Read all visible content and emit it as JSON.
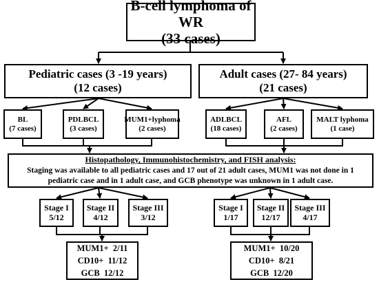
{
  "root": {
    "title": "B-cell lymphoma of WR",
    "count": "(33 cases)"
  },
  "pediatric": {
    "title": "Pediatric cases (3 -19 years)",
    "count": "(12 cases)"
  },
  "adult": {
    "title": "Adult cases (27- 84 years)",
    "count": "(21 cases)"
  },
  "pediatric_types": [
    {
      "name": "BL",
      "count": "(7 cases)"
    },
    {
      "name": "PDLBCL",
      "count": "(3 cases)"
    },
    {
      "name": "MUM1+lyphoma",
      "count": "(2 cases)"
    }
  ],
  "adult_types": [
    {
      "name": "ADLBCL",
      "count": "(18 cases)"
    },
    {
      "name": "AFL",
      "count": "(2 cases)"
    },
    {
      "name": "MALT lyphoma",
      "count": "(1 case)"
    }
  ],
  "analysis": {
    "heading": "Histopathology, Immunohistochemistry, and FISH analysis:",
    "line1": "Staging was available to all pediatric cases and 17 out of 21 adult cases, MUM1 was not done in 1",
    "line2": "pediatric case and in 1 adult case, and GCB phenotype was unknown in 1 adult case."
  },
  "pediatric_stages": [
    {
      "name": "Stage I",
      "value": "5/12"
    },
    {
      "name": "Stage II",
      "value": "4/12"
    },
    {
      "name": "Stage III",
      "value": "3/12"
    }
  ],
  "adult_stages": [
    {
      "name": "Stage I",
      "value": "1/17"
    },
    {
      "name": "Stage II",
      "value": "12/17"
    },
    {
      "name": "Stage III",
      "value": "4/17"
    }
  ],
  "pediatric_results": [
    "MUM1+  2/11",
    "CD10+  11/12",
    "GCB  12/12"
  ],
  "adult_results": [
    "MUM1+  10/20",
    "CD10+  8/21",
    "GCB  12/20"
  ]
}
